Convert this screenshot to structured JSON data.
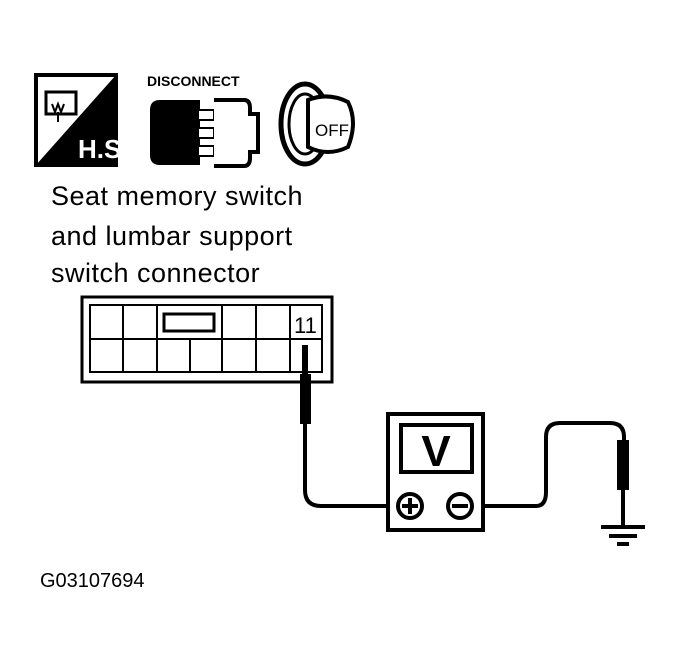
{
  "icons": {
    "harness_label": "H.S.",
    "disconnect_label": "DISCONNECT",
    "ignition_label": "OFF"
  },
  "caption": {
    "line1": "Seat memory switch",
    "line2": "and lumbar support",
    "line3": "switch connector"
  },
  "connector": {
    "terminal": "11"
  },
  "meter": {
    "label": "V",
    "plus": "+",
    "minus": "−"
  },
  "figure_id": "G03107694"
}
